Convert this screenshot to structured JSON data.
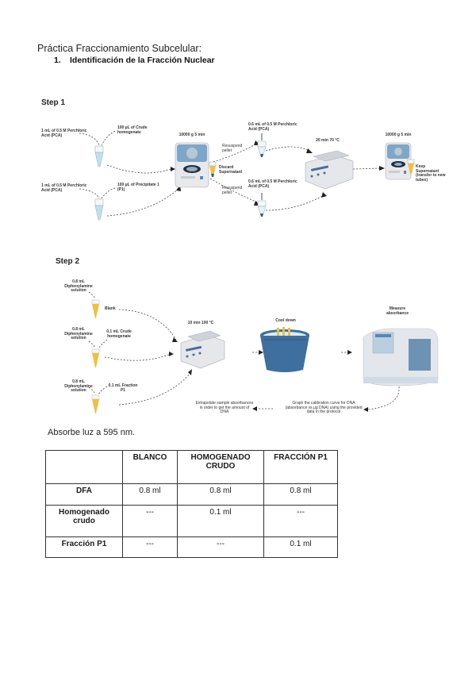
{
  "document": {
    "title": "Práctica Fraccionamiento Subcelular:",
    "section": {
      "number": "1.",
      "heading": "Identificación de la Fracción Nuclear"
    }
  },
  "step1": {
    "label": "Step 1",
    "tube_top_reagent": "1 mL of 0.5 M Perchloric Acid (PCA)",
    "tube_top_sample": "100 µL of Crude homogenate",
    "tube_bottom_reagent": "1 mL of 0.5 M Perchloric Acid (PCA)",
    "tube_bottom_sample": "100 µL of Precipitate 1 (P1)",
    "centrifuge1": "10000 g 5 min",
    "discard": "Discard Supernatant",
    "arrow_top_label": "Resuspend pellet",
    "arrow_bottom_label": "Resuspend pellet",
    "pca_top": "0.6 mL of 0.5 M Perchloric Acid (PCA)",
    "pca_bottom": "0.6 mL of 0.5 M Perchloric Acid (PCA)",
    "heat_block": "20 min 70 °C",
    "centrifuge2": "10000 g 5 min",
    "keep": "Keep Supernatant (transfer to new tubes)"
  },
  "step2": {
    "label": "Step 2",
    "tube1_reagent": "0.8 mL Diphenylamine solution",
    "tube1_label": "Blank",
    "tube2_reagent": "0.8 mL Diphenylamine solution",
    "tube2_label": "0.1 mL Crude homogenate",
    "tube3_reagent": "0.8 mL Diphenylamine solution",
    "tube3_label": "0.1 mL Fraction P1",
    "heat_block": "10 min 100 °C",
    "cool": "Cool down",
    "measure": "Measure absorbance",
    "calibration": "Graph the calibration curve for DNA (absorbance vs µg DNA) using the provided data in the protocol",
    "extrapolate": "Extrapolate sample absorbances in order to get the amount of DNA"
  },
  "absorb_text": "Absorbe luz a 595 nm.",
  "table": {
    "headers": [
      "",
      "BLANCO",
      "HOMOGENADO CRUDO",
      "FRACCIÓN P1"
    ],
    "rows": [
      {
        "label": "DFA",
        "cells": [
          "0.8 ml",
          "0.8 ml",
          "0.8 ml"
        ]
      },
      {
        "label": "Homogenado crudo",
        "cells": [
          "---",
          "0.1 ml",
          "---"
        ]
      },
      {
        "label": "Fracción P1",
        "cells": [
          "---",
          "---",
          "0.1 ml"
        ]
      }
    ]
  },
  "colors": {
    "tube_liquid_blue": "#bfe0f0",
    "tube_liquid_yellow": "#f0c040",
    "centrifuge_blue": "#7ea6c8",
    "ice_bucket": "#3e6f9e",
    "spectro_gray": "#e3e6ea"
  }
}
